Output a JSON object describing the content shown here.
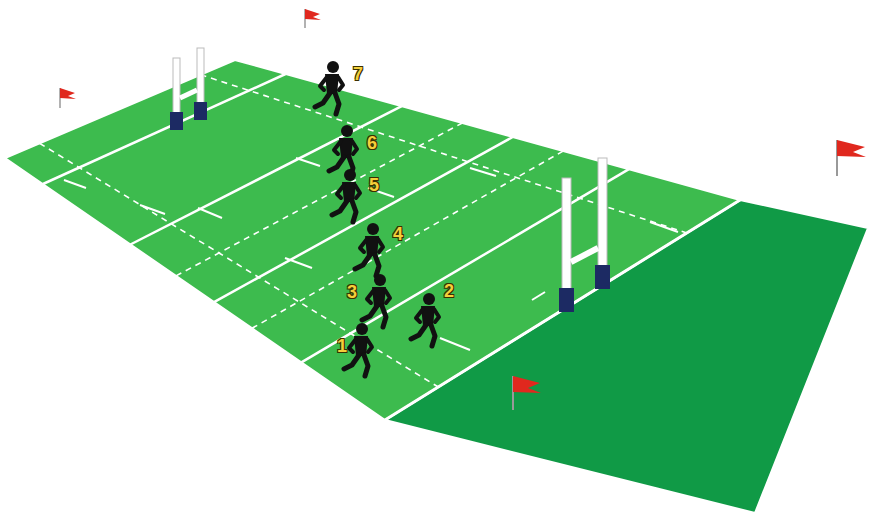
{
  "diagram": {
    "labels": [
      "7",
      "6",
      "5",
      "4",
      "3",
      "2",
      "1"
    ]
  }
}
